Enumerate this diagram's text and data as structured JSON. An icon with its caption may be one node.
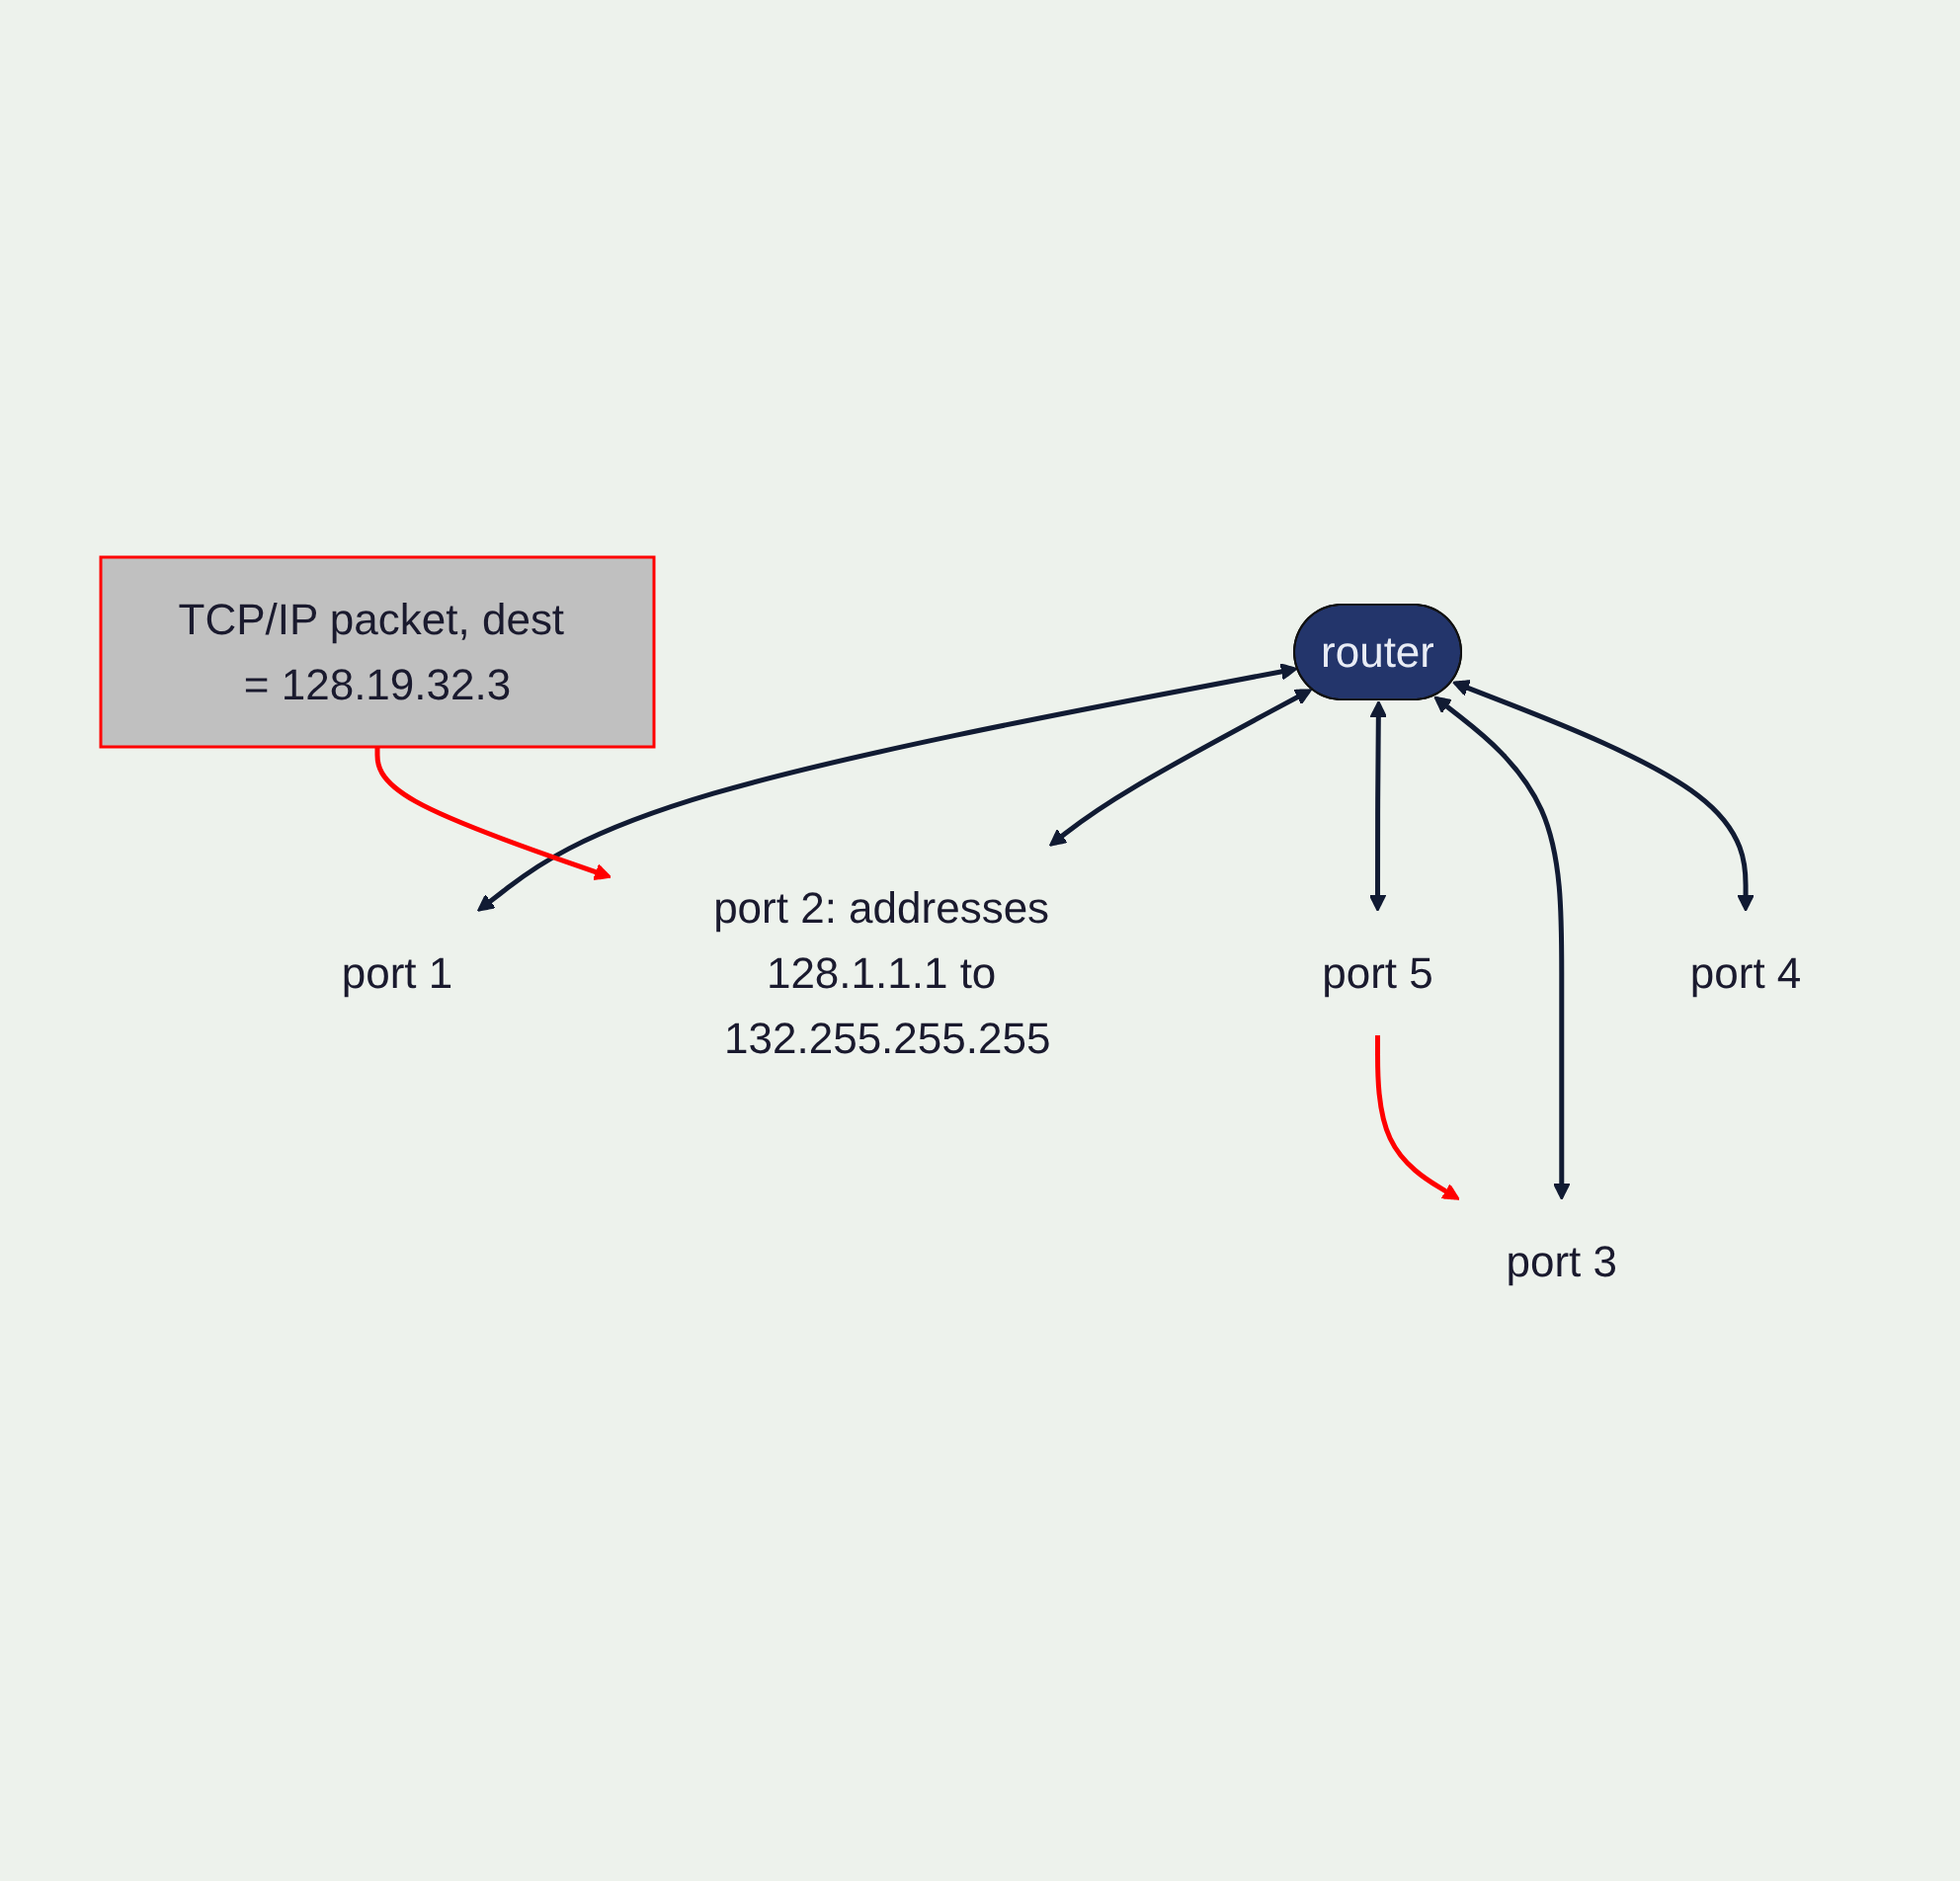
{
  "diagram": {
    "nodes": [
      {
        "text": [
          "port 1"
        ]
      },
      {
        "text": [
          "TCP/IP packet, dest = 128.19.32.3"
        ]
      },
      {
        "text": [
          "port 2: addresses 128.1.1.1 to 132.255.255.255"
        ]
      },
      {
        "text": [
          "router"
        ]
      },
      {
        "text": [
          "port 5"
        ]
      },
      {
        "text": [
          "port 3"
        ]
      },
      {
        "text": [
          "port 4"
        ]
      }
    ],
    "edges": [
      {
        "from": 3,
        "to": 0,
        "arrow": "both"
      },
      {
        "from": 3,
        "to": 2,
        "arrow": "both"
      },
      {
        "from": 1,
        "to": 2,
        "arrow": "to",
        "color": "#ff0000"
      },
      {
        "from": 3,
        "to": 4,
        "arrow": "both"
      },
      {
        "from": 4,
        "to": 5,
        "arrow": "to",
        "color": "#ff0000"
      },
      {
        "from": 3,
        "to": 5,
        "arrow": "both"
      },
      {
        "from": 3,
        "to": 6,
        "arrow": "both"
      }
    ]
  }
}
